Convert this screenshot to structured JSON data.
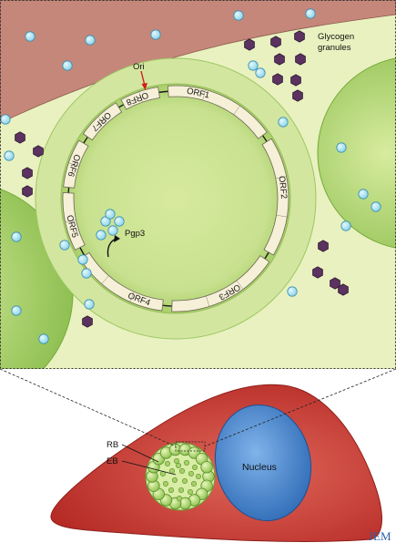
{
  "labels": {
    "glycogen_line1": "Glycogen",
    "glycogen_line2": "granules",
    "ori": "Ori",
    "pgp3": "Pgp3",
    "rb": "RB",
    "eb": "EB",
    "nucleus": "Nucleus",
    "journal": "JEM"
  },
  "plasmid_orfs": [
    "ORF1",
    "ORF2",
    "ORF3",
    "ORF4",
    "ORF5",
    "ORF6",
    "ORF7",
    "ORF8"
  ],
  "colors": {
    "host_cytoplasm": "#c5877a",
    "inclusion_lumen": "#e8f1bf",
    "inclusion_ring": "#d3e6a0",
    "inclusion_center": "#c3df86",
    "plasmid_segment": "#f6f0d8",
    "glycogen_granule": "#5b3260",
    "pgp3_protein": "#9fe0ef",
    "cell_body": "#c8352f",
    "nucleus": "#3d7fc8",
    "ori_arrow": "#d0201d"
  },
  "icons": {
    "glycogen": "hexagon-glyph",
    "pgp3": "circle-glyph",
    "ori_marker": "arrow-down-icon",
    "secretion_marker": "curved-arrow-icon"
  }
}
